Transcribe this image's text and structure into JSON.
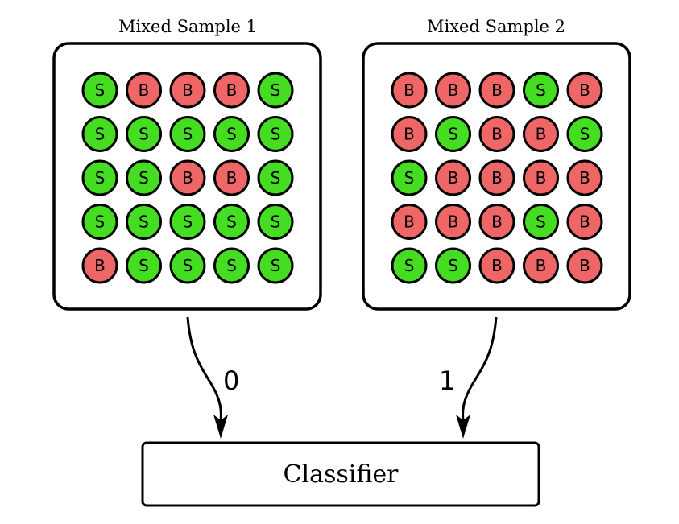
{
  "samples": [
    {
      "title": "Mixed Sample 1",
      "label": "0",
      "grid": [
        [
          "S",
          "B",
          "B",
          "B",
          "S"
        ],
        [
          "S",
          "S",
          "S",
          "S",
          "S"
        ],
        [
          "S",
          "S",
          "B",
          "B",
          "S"
        ],
        [
          "S",
          "S",
          "S",
          "S",
          "S"
        ],
        [
          "B",
          "S",
          "S",
          "S",
          "S"
        ]
      ]
    },
    {
      "title": "Mixed Sample 2",
      "label": "1",
      "grid": [
        [
          "B",
          "B",
          "B",
          "S",
          "B"
        ],
        [
          "B",
          "S",
          "B",
          "B",
          "S"
        ],
        [
          "S",
          "B",
          "B",
          "B",
          "B"
        ],
        [
          "B",
          "B",
          "B",
          "S",
          "B"
        ],
        [
          "S",
          "S",
          "B",
          "B",
          "B"
        ]
      ]
    }
  ],
  "classifier": {
    "label": "Classifier"
  },
  "colors": {
    "signal": "#44dd22",
    "background": "#ee6666",
    "stroke": "#000000"
  }
}
